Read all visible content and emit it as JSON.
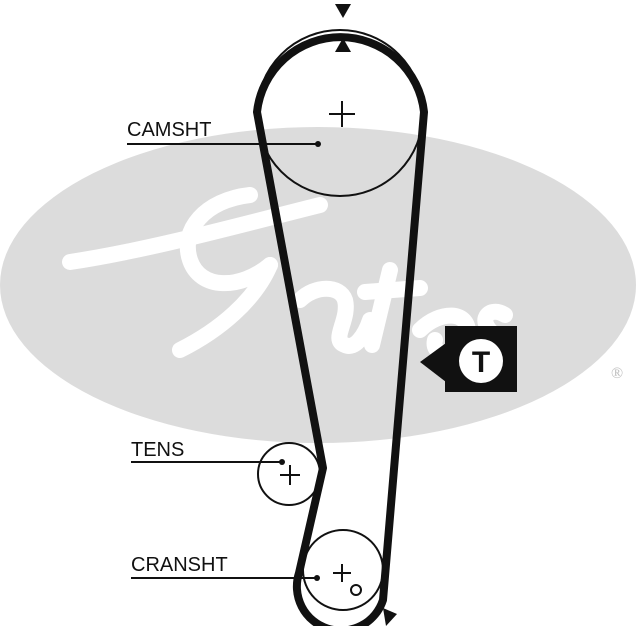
{
  "watermark": {
    "logo_text": "Gates",
    "registered_mark": "®",
    "color": "#dcdcdc"
  },
  "labels": {
    "camshaft": "CAMSHT",
    "tensioner": "TENS",
    "crankshaft": "CRANSHT"
  },
  "badge": {
    "letter": "T"
  },
  "colors": {
    "belt": "#111111",
    "background": "#ffffff"
  }
}
